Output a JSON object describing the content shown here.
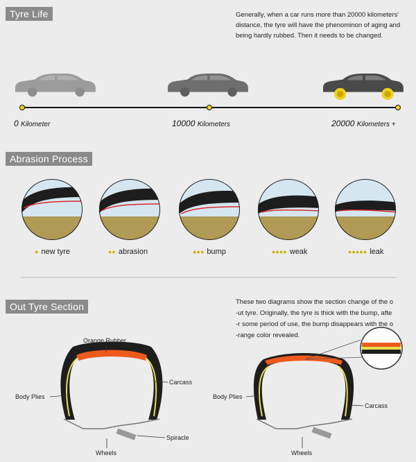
{
  "tyre_life": {
    "title": "Tyre Life",
    "description": [
      "Generally, when a car runs more than 20000 kilometers'",
      "distance, the tyre will have the phenominon of aging and",
      "being hardly rubbed. Then it needs to be changed."
    ],
    "milestones": [
      {
        "value": "0",
        "unit": "Kilometer"
      },
      {
        "value": "10000",
        "unit": "Kilometers"
      },
      {
        "value": "20000",
        "unit": "Kilometers +"
      }
    ],
    "colors": {
      "car_light": "#9c9c9c",
      "car_mid": "#6e6e6e",
      "car_dark": "#4a4a4a",
      "worn_wheel": "#f0d21e"
    }
  },
  "abrasion": {
    "title": "Abrasion Process",
    "stages": [
      {
        "label": "new tyre",
        "dots": "●"
      },
      {
        "label": "abrasion",
        "dots": "●●"
      },
      {
        "label": "bump",
        "dots": "●●●"
      },
      {
        "label": "weak",
        "dots": "●●●●"
      },
      {
        "label": "leak",
        "dots": "●●●●●"
      }
    ]
  },
  "out_section": {
    "title": "Out Tyre Section",
    "description": [
      "These two diagrams show the section change of the o",
      "-ut tyre. Originally, the tyre is thick with the bump, afte",
      "-r some period of use, the bump disappears with the o",
      "-range color revealed."
    ],
    "left_labels": {
      "orange_rubber": "Orange Rubber",
      "carcass": "Carcass",
      "body_plies": "Body Plies",
      "spiracle": "Spiracle",
      "wheels": "Wheels"
    },
    "right_labels": {
      "body_plies": "Body Plies",
      "carcass": "Carcass",
      "wheels": "Wheels"
    },
    "colors": {
      "rubber": "#ee5a1e",
      "carcass": "#e8e04a",
      "tread": "#1e1e1e"
    }
  }
}
